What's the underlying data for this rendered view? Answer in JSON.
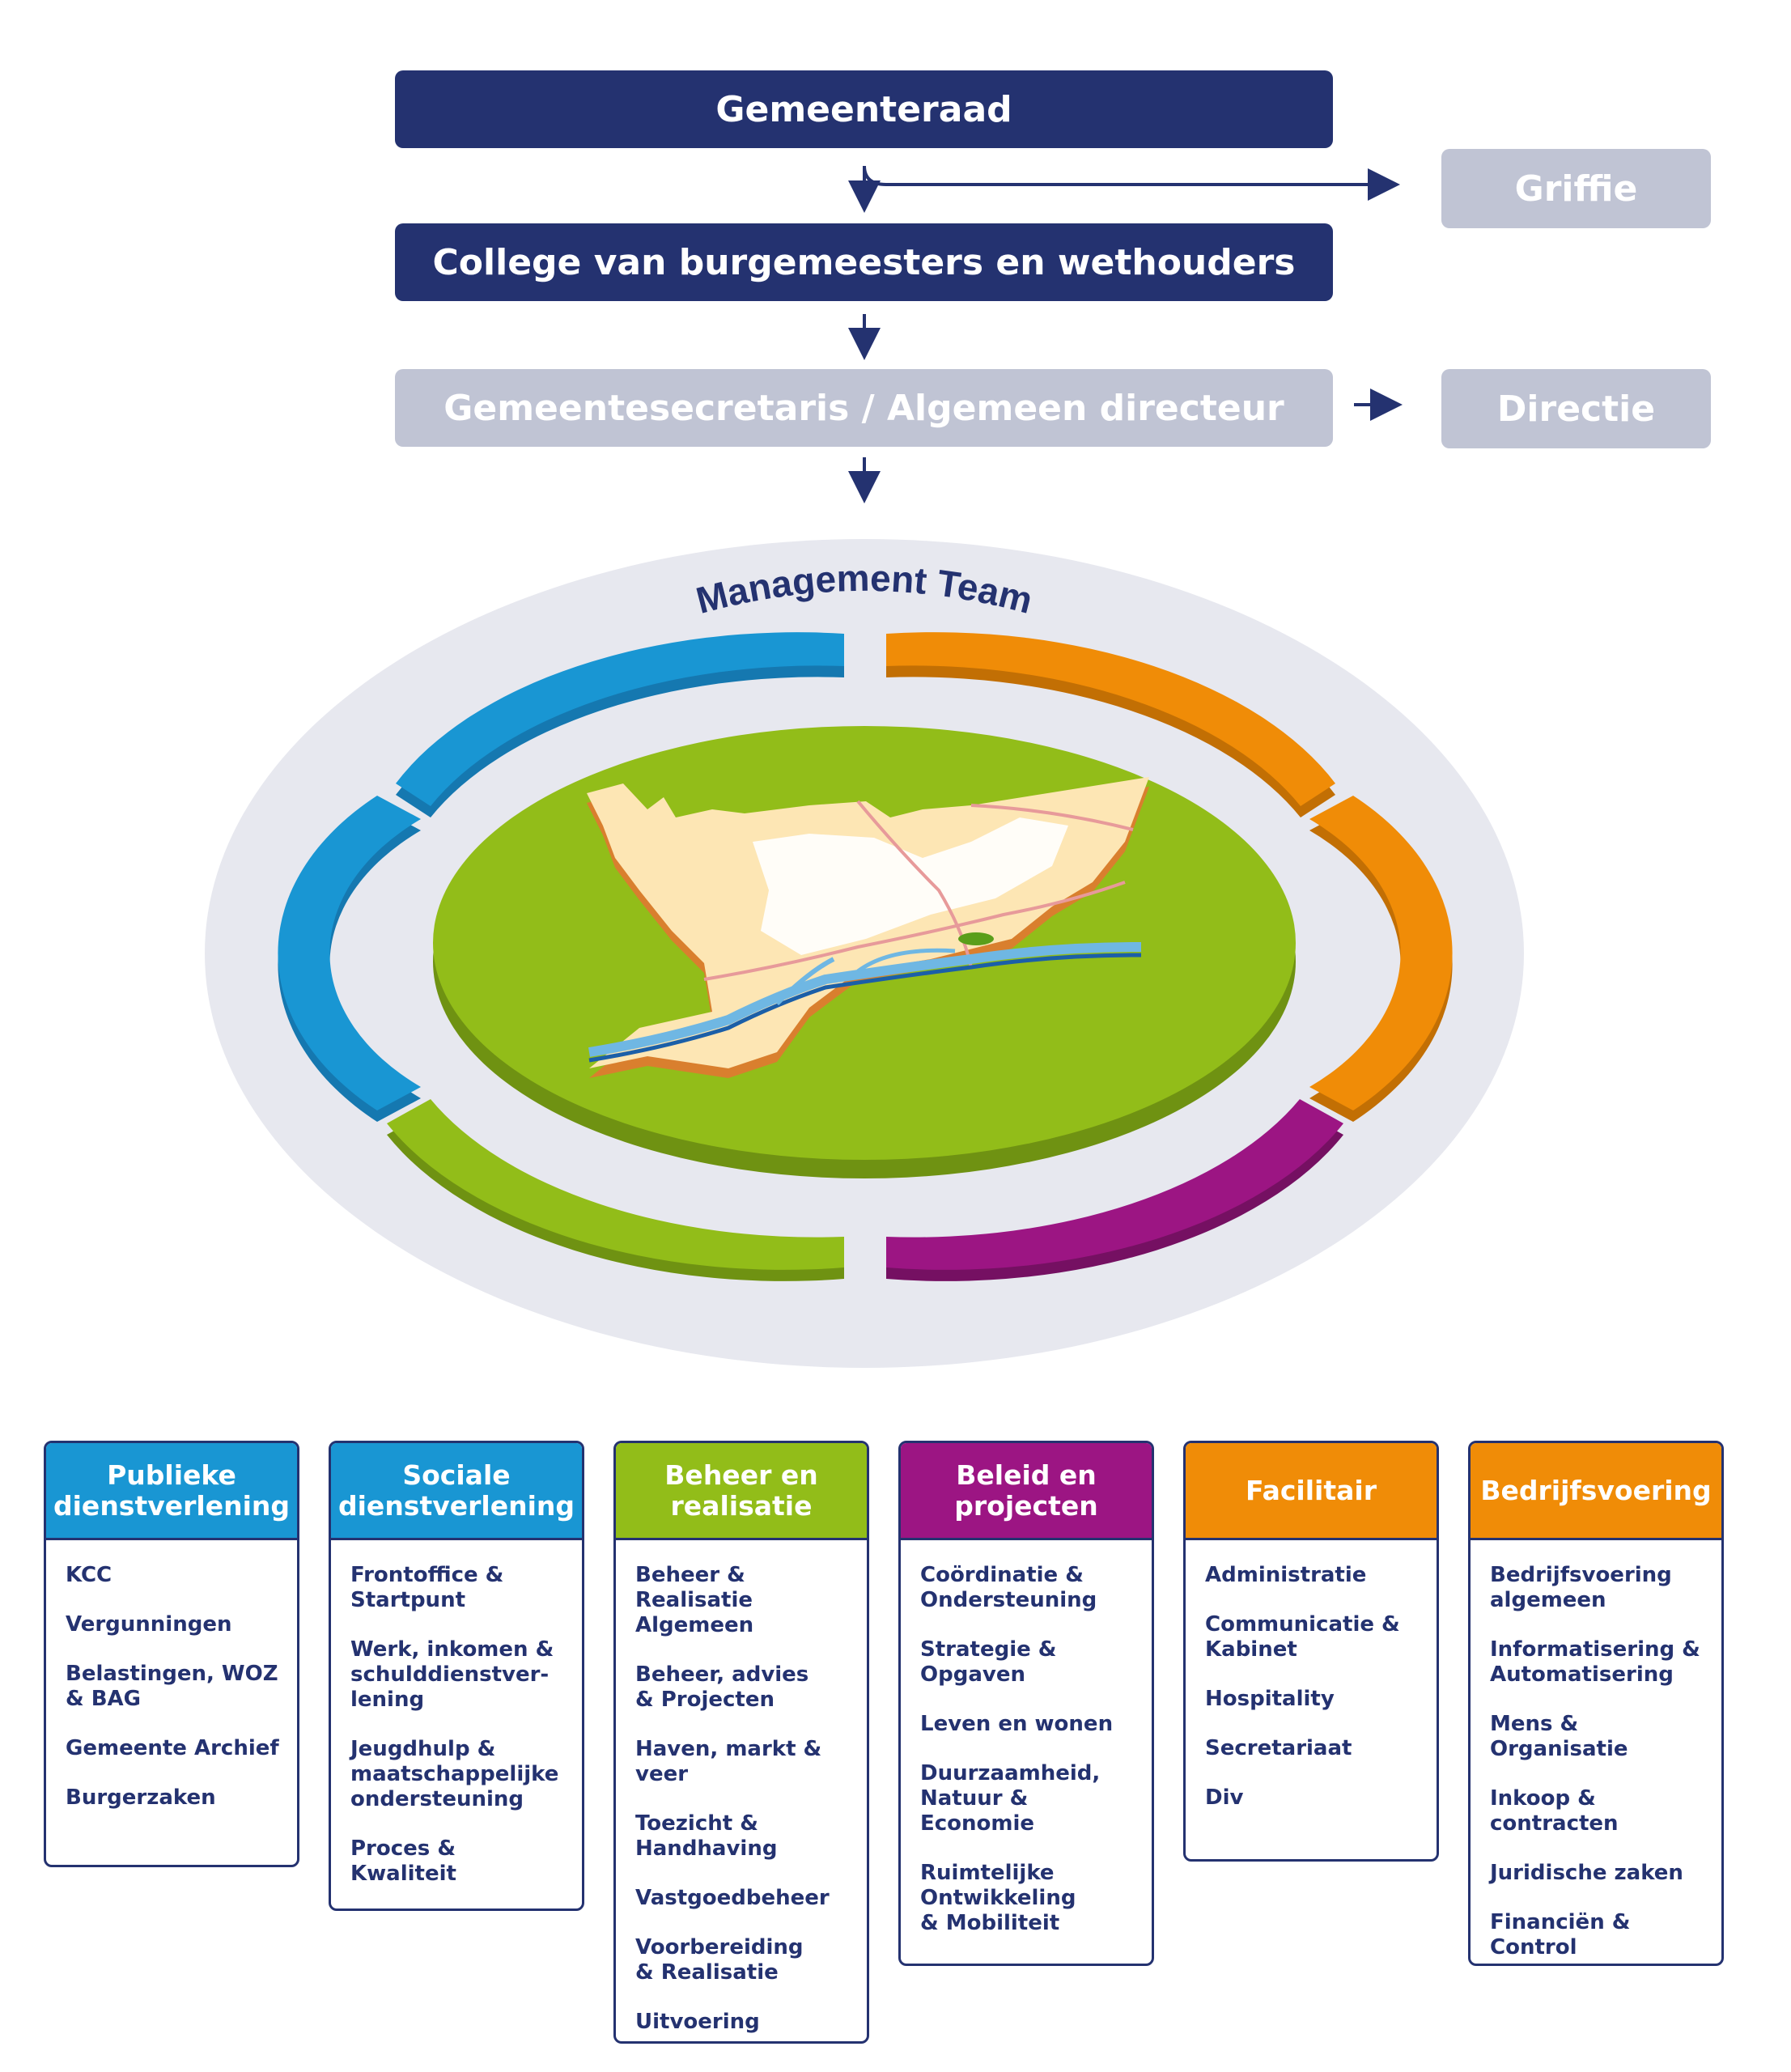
{
  "top": {
    "council": "Gemeenteraad",
    "registry": "Griffie",
    "college": "College van burgemeesters en wethouders",
    "secretary": "Gemeentesecretaris / Algemeen directeur",
    "directorate": "Directie"
  },
  "management": {
    "title": "Management Team"
  },
  "departments": [
    {
      "title": "Publieke\ndienstverlening",
      "color": "#1996d3",
      "items": [
        "KCC",
        "Vergunningen",
        "Belastingen, WOZ\n& BAG",
        "Gemeente Archief",
        "Burgerzaken"
      ]
    },
    {
      "title": "Sociale\ndienstverlening",
      "color": "#1996d3",
      "items": [
        "Frontoffice &\nStartpunt",
        "Werk, inkomen &\nschulddienstver-\nlening",
        "Jeugdhulp &\nmaatschappelijke\nondersteuning",
        "Proces & Kwaliteit"
      ]
    },
    {
      "title": "Beheer en\nrealisatie",
      "color": "#92bd19",
      "items": [
        "Beheer & Realisatie\nAlgemeen",
        "Beheer, advies\n& Projecten",
        "Haven, markt &\nveer",
        "Toezicht &\nHandhaving",
        "Vastgoedbeheer",
        "Voorbereiding\n& Realisatie",
        "Uitvoering"
      ]
    },
    {
      "title": "Beleid en\nprojecten",
      "color": "#9c1583",
      "items": [
        "Coördinatie &\nOndersteuning",
        "Strategie &\nOpgaven",
        "Leven en wonen",
        "Duurzaamheid,\nNatuur &\nEconomie",
        "Ruimtelijke\nOntwikkeling\n& Mobiliteit"
      ]
    },
    {
      "title": "Facilitair",
      "color": "#f08c07",
      "items": [
        "Administratie",
        "Communicatie &\nKabinet",
        "Hospitality",
        "Secretariaat",
        "Div"
      ]
    },
    {
      "title": "Bedrijfsvoering",
      "color": "#f08c07",
      "items": [
        "Bedrijfsvoering\nalgemeen",
        "Informatisering &\nAutomatisering",
        "Mens & Organisatie",
        "Inkoop & contracten",
        "Juridische zaken",
        "Financiën & Control"
      ]
    }
  ],
  "colors": {
    "navy": "#243270",
    "grey": "#c0c4d4",
    "blue": "#1996d3",
    "orange": "#f08c07",
    "purple": "#9c1583",
    "green": "#92bd19",
    "map_land": "#fde6b4",
    "water": "#6fb7e3"
  }
}
